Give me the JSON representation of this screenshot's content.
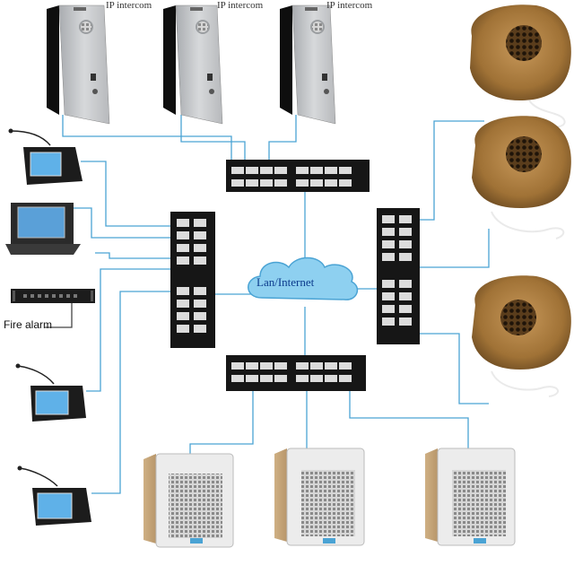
{
  "diagram": {
    "network_label": "Lan/Internet",
    "intercom_label": "IP intercom",
    "fire_alarm_label": "Fire alarm",
    "colors": {
      "wire": "#4aa3d4",
      "switch_body": "#161616",
      "port": "#dcdcdc",
      "cloud_fill": "#8ed0f0",
      "cloud_stroke": "#4aa3d4",
      "intercom_panel": "#c7c9cc",
      "rock_speaker": "#a87a3a",
      "wall_speaker": "#ececec",
      "box": "#d3b48a"
    }
  },
  "devices": {
    "intercoms": [
      "IP intercom",
      "IP intercom",
      "IP intercom"
    ],
    "switches": [
      "switch-top",
      "switch-left",
      "switch-right",
      "switch-bottom"
    ],
    "rock_speakers": 3,
    "wall_speakers": 3,
    "paging_consoles": 3
  }
}
